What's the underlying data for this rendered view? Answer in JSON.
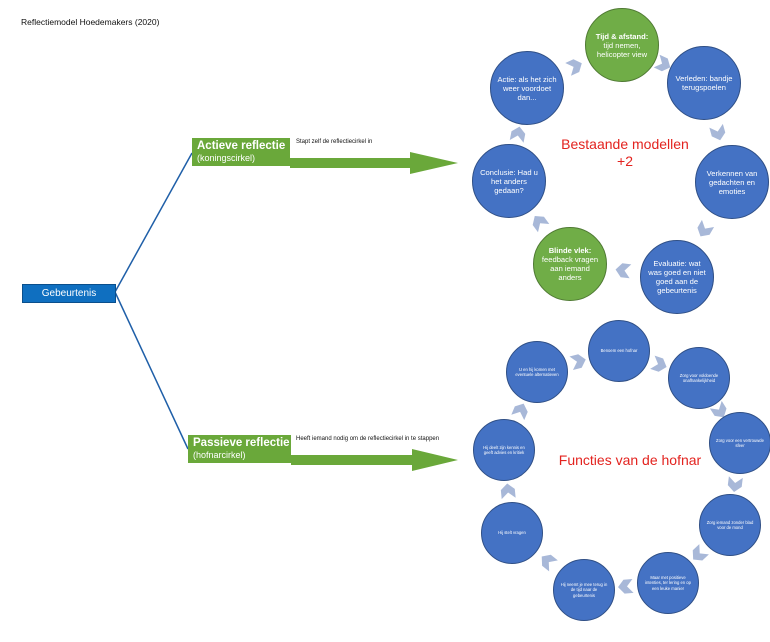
{
  "title": "Reflectiemodel Hoedemakers (2020)",
  "root": "Gebeurtenis",
  "colors": {
    "blue": "#4472c4",
    "green": "#70ad47",
    "root": "#0f6fc0",
    "arrow": "#6aa83a",
    "connector": "#1f5fa8",
    "chevron": "#a8b8d8",
    "red": "#e3231f"
  },
  "branches": [
    {
      "title": "Actieve reflectie",
      "subtitle": "(koningscirkel)",
      "note": "Stapt zelf de reflectiecirkel in"
    },
    {
      "title": "Passieve reflectie",
      "subtitle": "(hofnarcirkel)",
      "note": "Heeft iemand nodig om  de reflectiecirkel in te stappen"
    }
  ],
  "cycle1": {
    "center": "Bestaande modellen +2",
    "nodes": [
      {
        "bold": "Tijd & afstand:",
        "text": "tijd nemen, helicopter view",
        "color": "green"
      },
      {
        "bold": "",
        "text": "Verleden: bandje terugspoelen",
        "color": "blue"
      },
      {
        "bold": "",
        "text": "Verkennen van gedachten en emoties",
        "color": "blue"
      },
      {
        "bold": "",
        "text": "Evaluatie: wat was goed en niet goed aan de gebeurtenis",
        "color": "blue"
      },
      {
        "bold": "Blinde vlek:",
        "text": "feedback vragen aan iemand anders",
        "color": "green"
      },
      {
        "bold": "",
        "text": "Conclusie: Had u het anders gedaan?",
        "color": "blue"
      },
      {
        "bold": "",
        "text": "Actie: als het zich weer voordoet dan...",
        "color": "blue"
      }
    ]
  },
  "cycle2": {
    "center": "Functies van de hofnar",
    "nodes": [
      {
        "text": "Benoem een hofnar"
      },
      {
        "text": "Zorg voor voldoende onafhankelijkheid"
      },
      {
        "text": "Zorg voor een vertrouwde sfeer"
      },
      {
        "text": "Zorg iemand zonder blad voor de mond"
      },
      {
        "text": "Maar met positieve intenties, ter lering en op een leuke manier"
      },
      {
        "text": "Hij neemt je mee terug in de tijd naar de gebeurtenis"
      },
      {
        "text": "Hij stelt vragen"
      },
      {
        "text": "Hij deelt zijn kennis en geeft advies en kritiek"
      },
      {
        "text": "U en hij komen met eventuele alternatieven"
      }
    ]
  }
}
